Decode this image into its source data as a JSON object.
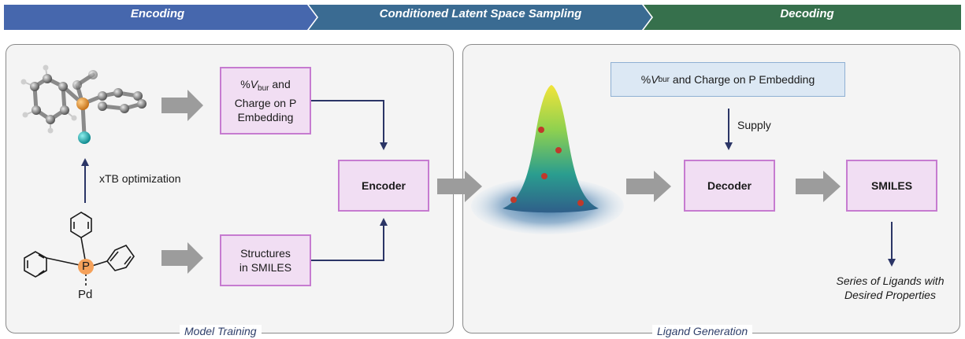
{
  "banner": {
    "stage1": "Encoding",
    "stage2": "Conditioned Latent Space Sampling",
    "stage3": "Decoding",
    "colors": {
      "stage1": "#4667ad",
      "stage2": "#3a6b92",
      "stage3": "#36704c"
    }
  },
  "training": {
    "caption": "Model Training",
    "embedding_pre": "%",
    "embedding_v": "V",
    "embedding_sub": "bur",
    "embedding_mid": " and",
    "embedding_line2": "Charge on P",
    "embedding_line3": "Embedding",
    "structures_line1": "Structures",
    "structures_line2": "in SMILES",
    "encoder": "Encoder",
    "xtb": "xTB optimization",
    "atom_p": "P",
    "atom_pd": "Pd"
  },
  "generation": {
    "caption": "Ligand Generation",
    "supply_pre": "%",
    "supply_v": "V",
    "supply_sub": "bur",
    "supply_post": " and Charge on P Embedding",
    "supply_label": "Supply",
    "decoder": "Decoder",
    "smiles": "SMILES",
    "result_line1": "Series of Ligands with",
    "result_line2": "Desired Properties"
  }
}
